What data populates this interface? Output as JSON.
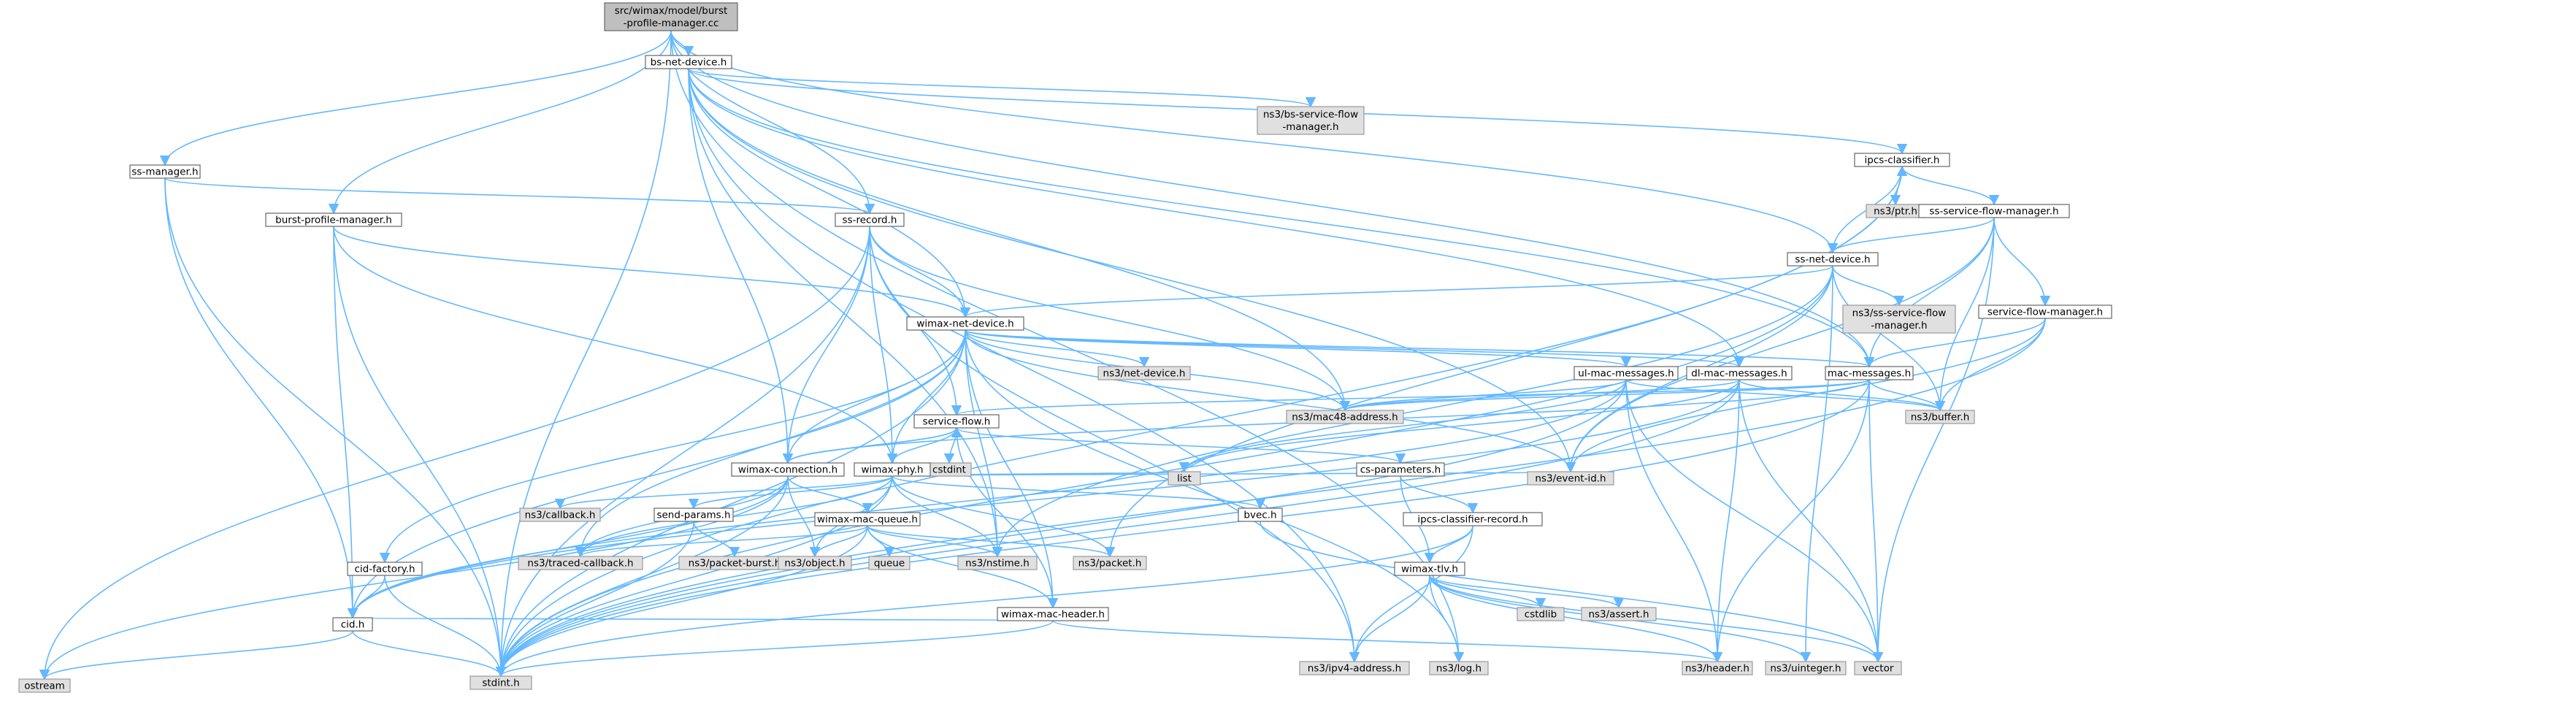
{
  "diagram": {
    "colors": {
      "edge": "#63b8ff",
      "border": "#666666",
      "grey_fill": "#e0e0e0",
      "root_fill": "#bfbfbf"
    },
    "nodes": {
      "root": {
        "lines": [
          "src/wimax/model/burst",
          "-profile-manager.cc"
        ],
        "kind": "root"
      },
      "bs_net_device": {
        "lines": [
          "bs-net-device.h"
        ],
        "kind": "white"
      },
      "ss_manager": {
        "lines": [
          "ss-manager.h"
        ],
        "kind": "white"
      },
      "burst_profile_manager": {
        "lines": [
          "burst-profile-manager.h"
        ],
        "kind": "white"
      },
      "ss_record": {
        "lines": [
          "ss-record.h"
        ],
        "kind": "white"
      },
      "ns3_bs_service_flow_manager": {
        "lines": [
          "ns3/bs-service-flow",
          "-manager.h"
        ],
        "kind": "grey"
      },
      "ipcs_classifier": {
        "lines": [
          "ipcs-classifier.h"
        ],
        "kind": "white"
      },
      "ns3_ptr": {
        "lines": [
          "ns3/ptr.h"
        ],
        "kind": "grey"
      },
      "ss_service_flow_manager": {
        "lines": [
          "ss-service-flow-manager.h"
        ],
        "kind": "white"
      },
      "ss_net_device": {
        "lines": [
          "ss-net-device.h"
        ],
        "kind": "white"
      },
      "ns3_ss_service_flow_manager": {
        "lines": [
          "ns3/ss-service-flow",
          "-manager.h"
        ],
        "kind": "grey"
      },
      "service_flow_manager": {
        "lines": [
          "service-flow-manager.h"
        ],
        "kind": "white"
      },
      "wimax_net_device": {
        "lines": [
          "wimax-net-device.h"
        ],
        "kind": "white"
      },
      "ns3_net_device": {
        "lines": [
          "ns3/net-device.h"
        ],
        "kind": "grey"
      },
      "ul_mac_messages": {
        "lines": [
          "ul-mac-messages.h"
        ],
        "kind": "white"
      },
      "dl_mac_messages": {
        "lines": [
          "dl-mac-messages.h"
        ],
        "kind": "white"
      },
      "mac_messages": {
        "lines": [
          "mac-messages.h"
        ],
        "kind": "white"
      },
      "ns3_mac48_address": {
        "lines": [
          "ns3/mac48-address.h"
        ],
        "kind": "grey"
      },
      "ns3_buffer": {
        "lines": [
          "ns3/buffer.h"
        ],
        "kind": "grey"
      },
      "service_flow": {
        "lines": [
          "service-flow.h"
        ],
        "kind": "white"
      },
      "cstdint": {
        "lines": [
          "cstdint"
        ],
        "kind": "grey"
      },
      "wimax_connection": {
        "lines": [
          "wimax-connection.h"
        ],
        "kind": "white"
      },
      "wimax_phy": {
        "lines": [
          "wimax-phy.h"
        ],
        "kind": "white"
      },
      "cs_parameters": {
        "lines": [
          "cs-parameters.h"
        ],
        "kind": "white"
      },
      "list": {
        "lines": [
          "list"
        ],
        "kind": "grey"
      },
      "ns3_event_id": {
        "lines": [
          "ns3/event-id.h"
        ],
        "kind": "grey"
      },
      "ns3_callback": {
        "lines": [
          "ns3/callback.h"
        ],
        "kind": "grey"
      },
      "send_params": {
        "lines": [
          "send-params.h"
        ],
        "kind": "white"
      },
      "wimax_mac_queue": {
        "lines": [
          "wimax-mac-queue.h"
        ],
        "kind": "white"
      },
      "bvec": {
        "lines": [
          "bvec.h"
        ],
        "kind": "white"
      },
      "ipcs_classifier_record": {
        "lines": [
          "ipcs-classifier-record.h"
        ],
        "kind": "white"
      },
      "cid_factory": {
        "lines": [
          "cid-factory.h"
        ],
        "kind": "white"
      },
      "ns3_traced_callback": {
        "lines": [
          "ns3/traced-callback.h"
        ],
        "kind": "grey"
      },
      "ns3_packet_burst": {
        "lines": [
          "ns3/packet-burst.h"
        ],
        "kind": "grey"
      },
      "ns3_object": {
        "lines": [
          "ns3/object.h"
        ],
        "kind": "grey"
      },
      "queue": {
        "lines": [
          "queue"
        ],
        "kind": "grey"
      },
      "ns3_nstime": {
        "lines": [
          "ns3/nstime.h"
        ],
        "kind": "grey"
      },
      "ns3_packet": {
        "lines": [
          "ns3/packet.h"
        ],
        "kind": "grey"
      },
      "wimax_tlv": {
        "lines": [
          "wimax-tlv.h"
        ],
        "kind": "white"
      },
      "wimax_mac_header": {
        "lines": [
          "wimax-mac-header.h"
        ],
        "kind": "white"
      },
      "cid": {
        "lines": [
          "cid.h"
        ],
        "kind": "white"
      },
      "ostream": {
        "lines": [
          "ostream"
        ],
        "kind": "grey"
      },
      "stdint": {
        "lines": [
          "stdint.h"
        ],
        "kind": "grey"
      },
      "cstdlib": {
        "lines": [
          "cstdlib"
        ],
        "kind": "grey"
      },
      "ns3_assert": {
        "lines": [
          "ns3/assert.h"
        ],
        "kind": "grey"
      },
      "ns3_ipv4_address": {
        "lines": [
          "ns3/ipv4-address.h"
        ],
        "kind": "grey"
      },
      "ns3_log": {
        "lines": [
          "ns3/log.h"
        ],
        "kind": "grey"
      },
      "ns3_header": {
        "lines": [
          "ns3/header.h"
        ],
        "kind": "grey"
      },
      "ns3_uinteger": {
        "lines": [
          "ns3/uinteger.h"
        ],
        "kind": "grey"
      },
      "vector": {
        "lines": [
          "vector"
        ],
        "kind": "grey"
      }
    },
    "edges": [
      [
        "root",
        "bs_net_device"
      ],
      [
        "root",
        "ss_manager"
      ],
      [
        "root",
        "burst_profile_manager"
      ],
      [
        "root",
        "ss_record"
      ],
      [
        "root",
        "ss_net_device"
      ],
      [
        "root",
        "stdint"
      ],
      [
        "root",
        "ns3_log"
      ],
      [
        "root",
        "mac_messages"
      ],
      [
        "bs_net_device",
        "ns3_bs_service_flow_manager"
      ],
      [
        "bs_net_device",
        "ipcs_classifier"
      ],
      [
        "bs_net_device",
        "wimax_net_device"
      ],
      [
        "bs_net_device",
        "wimax_connection"
      ],
      [
        "bs_net_device",
        "ns3_mac48_address"
      ],
      [
        "bs_net_device",
        "ns3_nstime"
      ],
      [
        "bs_net_device",
        "ns3_ipv4_address"
      ],
      [
        "bs_net_device",
        "dl_mac_messages"
      ],
      [
        "bs_net_device",
        "ns3_event_id"
      ],
      [
        "bs_net_device",
        "mac_messages"
      ],
      [
        "ss_manager",
        "ss_record"
      ],
      [
        "ss_manager",
        "cid"
      ],
      [
        "ss_manager",
        "stdint"
      ],
      [
        "burst_profile_manager",
        "wimax_net_device"
      ],
      [
        "burst_profile_manager",
        "cid"
      ],
      [
        "burst_profile_manager",
        "stdint"
      ],
      [
        "burst_profile_manager",
        "wimax_phy"
      ],
      [
        "ss_record",
        "wimax_net_device"
      ],
      [
        "ss_record",
        "wimax_connection"
      ],
      [
        "ss_record",
        "service_flow"
      ],
      [
        "ss_record",
        "wimax_phy"
      ],
      [
        "ss_record",
        "ns3_mac48_address"
      ],
      [
        "ss_record",
        "ns3_ipv4_address"
      ],
      [
        "ss_record",
        "ostream"
      ],
      [
        "ss_record",
        "stdint"
      ],
      [
        "ipcs_classifier",
        "ns3_ptr"
      ],
      [
        "ipcs_classifier",
        "ss_service_flow_manager"
      ],
      [
        "ipcs_classifier",
        "stdint"
      ],
      [
        "ipcs_classifier",
        "ns3_packet"
      ],
      [
        "ss_service_flow_manager",
        "ss_net_device"
      ],
      [
        "ss_service_flow_manager",
        "service_flow_manager"
      ],
      [
        "ss_service_flow_manager",
        "mac_messages"
      ],
      [
        "ss_service_flow_manager",
        "ns3_buffer"
      ],
      [
        "ss_service_flow_manager",
        "ns3_event_id"
      ],
      [
        "ss_service_flow_manager",
        "vector"
      ],
      [
        "ss_net_device",
        "ipcs_classifier"
      ],
      [
        "ss_net_device",
        "ns3_ss_service_flow_manager"
      ],
      [
        "ss_net_device",
        "wimax_net_device"
      ],
      [
        "ss_net_device",
        "ns3_nstime"
      ],
      [
        "ss_net_device",
        "ns3_event_id"
      ],
      [
        "ss_net_device",
        "ns3_uinteger"
      ],
      [
        "ss_net_device",
        "stdint"
      ],
      [
        "ss_net_device",
        "ns3_buffer"
      ],
      [
        "service_flow_manager",
        "mac_messages"
      ],
      [
        "service_flow_manager",
        "ns3_buffer"
      ],
      [
        "service_flow_manager",
        "ns3_event_id"
      ],
      [
        "service_flow_manager",
        "stdint"
      ],
      [
        "wimax_net_device",
        "ns3_net_device"
      ],
      [
        "wimax_net_device",
        "ul_mac_messages"
      ],
      [
        "wimax_net_device",
        "dl_mac_messages"
      ],
      [
        "wimax_net_device",
        "mac_messages"
      ],
      [
        "wimax_net_device",
        "ns3_mac48_address"
      ],
      [
        "wimax_net_device",
        "wimax_connection"
      ],
      [
        "wimax_net_device",
        "wimax_phy"
      ],
      [
        "wimax_net_device",
        "cid_factory"
      ],
      [
        "wimax_net_device",
        "cid"
      ],
      [
        "wimax_net_device",
        "ns3_traced_callback"
      ],
      [
        "wimax_net_device",
        "ns3_nstime"
      ],
      [
        "wimax_net_device",
        "ns3_event_id"
      ],
      [
        "wimax_net_device",
        "wimax_mac_header"
      ],
      [
        "wimax_net_device",
        "stdint"
      ],
      [
        "wimax_net_device",
        "ns3_log"
      ],
      [
        "ul_mac_messages",
        "ns3_mac48_address"
      ],
      [
        "ul_mac_messages",
        "ns3_buffer"
      ],
      [
        "ul_mac_messages",
        "list"
      ],
      [
        "ul_mac_messages",
        "stdint"
      ],
      [
        "ul_mac_messages",
        "ns3_header"
      ],
      [
        "ul_mac_messages",
        "vector"
      ],
      [
        "ul_mac_messages",
        "cid"
      ],
      [
        "dl_mac_messages",
        "ns3_mac48_address"
      ],
      [
        "dl_mac_messages",
        "ns3_buffer"
      ],
      [
        "dl_mac_messages",
        "list"
      ],
      [
        "dl_mac_messages",
        "stdint"
      ],
      [
        "dl_mac_messages",
        "ns3_header"
      ],
      [
        "dl_mac_messages",
        "vector"
      ],
      [
        "dl_mac_messages",
        "cid"
      ],
      [
        "mac_messages",
        "service_flow"
      ],
      [
        "mac_messages",
        "ns3_mac48_address"
      ],
      [
        "mac_messages",
        "ns3_buffer"
      ],
      [
        "mac_messages",
        "ns3_header"
      ],
      [
        "mac_messages",
        "stdint"
      ],
      [
        "mac_messages",
        "vector"
      ],
      [
        "mac_messages",
        "wimax_connection"
      ],
      [
        "service_flow",
        "wimax_connection"
      ],
      [
        "service_flow",
        "cstdint"
      ],
      [
        "service_flow",
        "cs_parameters"
      ],
      [
        "service_flow",
        "wimax_phy"
      ],
      [
        "service_flow",
        "wimax_mac_header"
      ],
      [
        "wimax_connection",
        "wimax_mac_queue"
      ],
      [
        "wimax_connection",
        "cid"
      ],
      [
        "wimax_connection",
        "ns3_object"
      ],
      [
        "wimax_connection",
        "ostream"
      ],
      [
        "wimax_connection",
        "stdint"
      ],
      [
        "wimax_connection",
        "service_flow"
      ],
      [
        "wimax_connection",
        "ns3_traced_callback"
      ],
      [
        "wimax_phy",
        "ns3_callback"
      ],
      [
        "wimax_phy",
        "send_params"
      ],
      [
        "wimax_phy",
        "bvec"
      ],
      [
        "wimax_phy",
        "list"
      ],
      [
        "wimax_phy",
        "ns3_event_id"
      ],
      [
        "wimax_phy",
        "ns3_nstime"
      ],
      [
        "wimax_phy",
        "ns3_object"
      ],
      [
        "wimax_phy",
        "stdint"
      ],
      [
        "wimax_phy",
        "ns3_traced_callback"
      ],
      [
        "wimax_phy",
        "ns3_packet"
      ],
      [
        "cs_parameters",
        "ipcs_classifier_record"
      ],
      [
        "cs_parameters",
        "wimax_tlv"
      ],
      [
        "send_params",
        "ns3_packet_burst"
      ],
      [
        "send_params",
        "stdint"
      ],
      [
        "wimax_mac_queue",
        "wimax_mac_header"
      ],
      [
        "wimax_mac_queue",
        "ns3_object"
      ],
      [
        "wimax_mac_queue",
        "queue"
      ],
      [
        "wimax_mac_queue",
        "ns3_packet"
      ],
      [
        "wimax_mac_queue",
        "ns3_nstime"
      ],
      [
        "wimax_mac_queue",
        "ns3_traced_callback"
      ],
      [
        "wimax_mac_queue",
        "stdint"
      ],
      [
        "bvec",
        "vector"
      ],
      [
        "ipcs_classifier_record",
        "wimax_tlv"
      ],
      [
        "ipcs_classifier_record",
        "ns3_ipv4_address"
      ],
      [
        "ipcs_classifier_record",
        "stdint"
      ],
      [
        "cid_factory",
        "cid"
      ],
      [
        "cid_factory",
        "stdint"
      ],
      [
        "wimax_tlv",
        "cstdlib"
      ],
      [
        "wimax_tlv",
        "ns3_assert"
      ],
      [
        "wimax_tlv",
        "ns3_ipv4_address"
      ],
      [
        "wimax_tlv",
        "ns3_log"
      ],
      [
        "wimax_tlv",
        "ns3_header"
      ],
      [
        "wimax_tlv",
        "ns3_uinteger"
      ],
      [
        "wimax_tlv",
        "vector"
      ],
      [
        "wimax_mac_header",
        "cid"
      ],
      [
        "wimax_mac_header",
        "ns3_header"
      ],
      [
        "wimax_mac_header",
        "stdint"
      ],
      [
        "cid",
        "ostream"
      ],
      [
        "cid",
        "stdint"
      ]
    ]
  }
}
